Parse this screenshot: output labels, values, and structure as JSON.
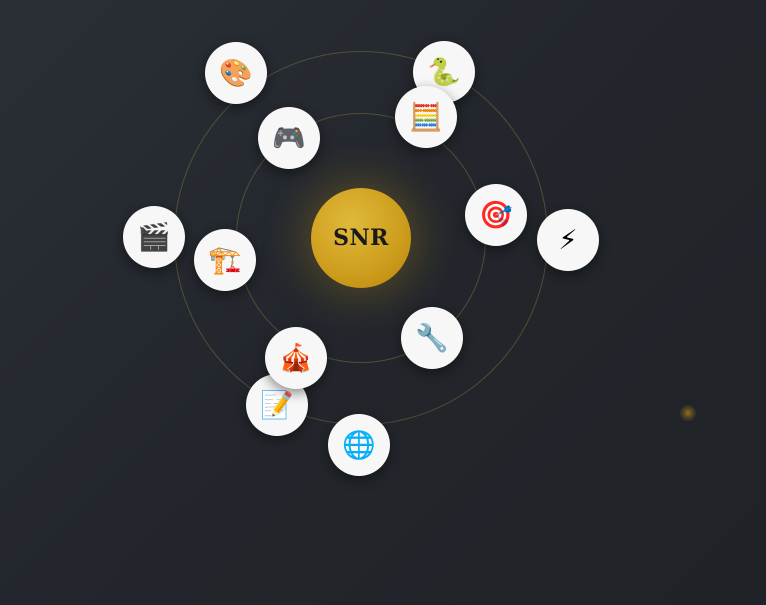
{
  "hub": {
    "label": "SNR",
    "accent_color": "#D4A017"
  },
  "nodes": [
    {
      "id": "palette",
      "glyph": "🎨",
      "icon": "artist-palette-icon"
    },
    {
      "id": "snake",
      "glyph": "🐍",
      "icon": "snake-icon"
    },
    {
      "id": "game",
      "glyph": "🎮",
      "icon": "video-game-controller-icon"
    },
    {
      "id": "abacus",
      "glyph": "🧮",
      "icon": "abacus-icon"
    },
    {
      "id": "target",
      "glyph": "🎯",
      "icon": "direct-hit-target-icon"
    },
    {
      "id": "lightning",
      "glyph": "⚡",
      "icon": "lightning-bolt-icon"
    },
    {
      "id": "clapper",
      "glyph": "🎬",
      "icon": "clapper-board-icon"
    },
    {
      "id": "crane",
      "glyph": "🏗️",
      "icon": "construction-crane-icon"
    },
    {
      "id": "wrench",
      "glyph": "🔧",
      "icon": "wrench-icon"
    },
    {
      "id": "circus",
      "glyph": "🎪",
      "icon": "circus-tent-icon"
    },
    {
      "id": "memo",
      "glyph": "📝",
      "icon": "memo-pencil-icon"
    },
    {
      "id": "globe",
      "glyph": "🌐",
      "icon": "globe-icon"
    }
  ]
}
